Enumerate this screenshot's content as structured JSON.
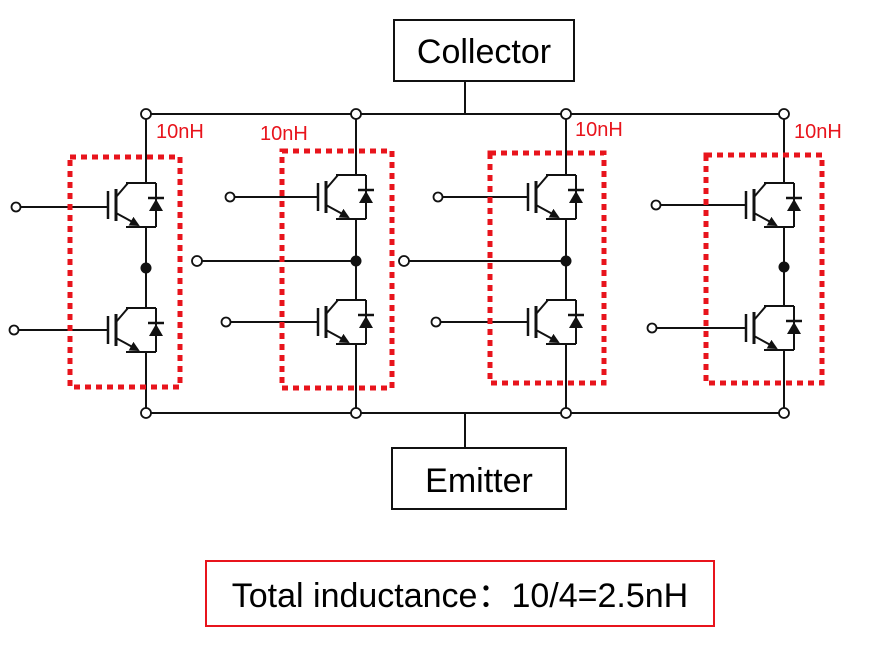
{
  "terminals": {
    "collector": "Collector",
    "emitter": "Emitter"
  },
  "modules": [
    {
      "inductance": "10nH"
    },
    {
      "inductance": "10nH"
    },
    {
      "inductance": "10nH"
    },
    {
      "inductance": "10nH"
    }
  ],
  "summary": {
    "total_text": "Total inductance：10/4=2.5nH"
  },
  "colors": {
    "wire": "#111111",
    "highlight": "#e8141c"
  }
}
